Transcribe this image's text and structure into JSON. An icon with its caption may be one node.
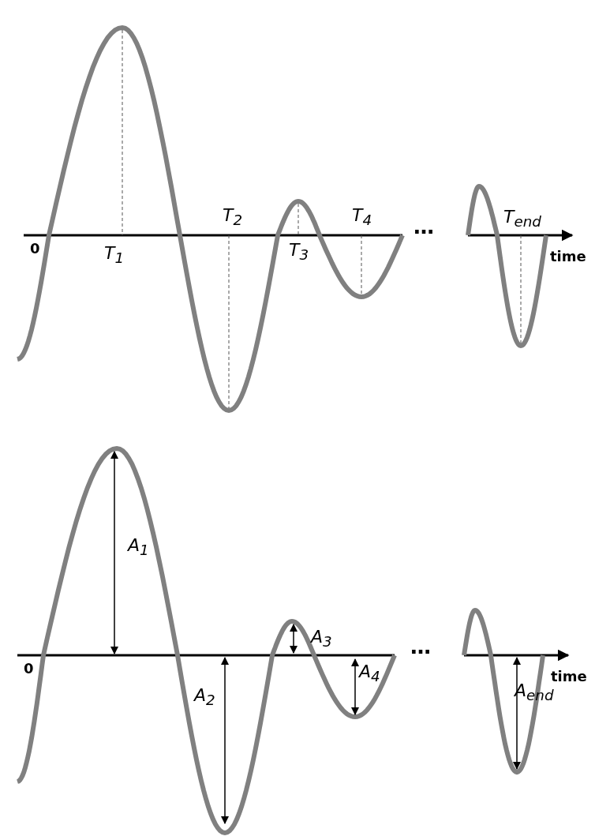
{
  "diagram": {
    "labels": [
      "T$_{2}$",
      "T$_{4}$",
      "…",
      "T$_{end}$",
      "0",
      "T$_{1}$",
      "T$_{3}$",
      "time",
      "A$_{1}$",
      "A$_{3}$",
      "…",
      "0",
      "A$_{4}$",
      "A$_{2}$",
      "A$_{end}$",
      "time"
    ]
  }
}
